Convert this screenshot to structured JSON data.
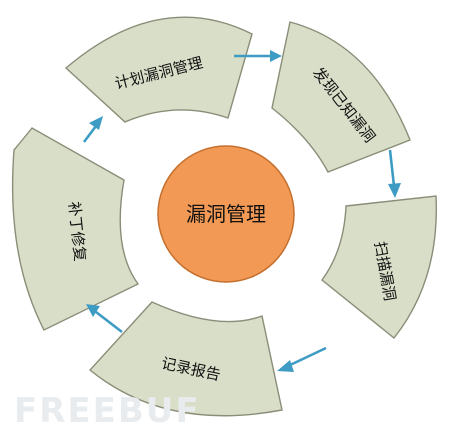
{
  "center": {
    "label": "漏洞管理",
    "color": "#f29a55"
  },
  "segments": [
    {
      "id": "plan",
      "label": "计划漏洞管理"
    },
    {
      "id": "discover",
      "label": "发现已知漏洞"
    },
    {
      "id": "scan",
      "label": "扫描漏洞"
    },
    {
      "id": "report",
      "label": "记录报告"
    },
    {
      "id": "patch",
      "label": "补丁修复"
    }
  ],
  "segment_color": "#d9dec8",
  "arrow_color": "#3e9cc4",
  "watermark": "FREEBUF"
}
